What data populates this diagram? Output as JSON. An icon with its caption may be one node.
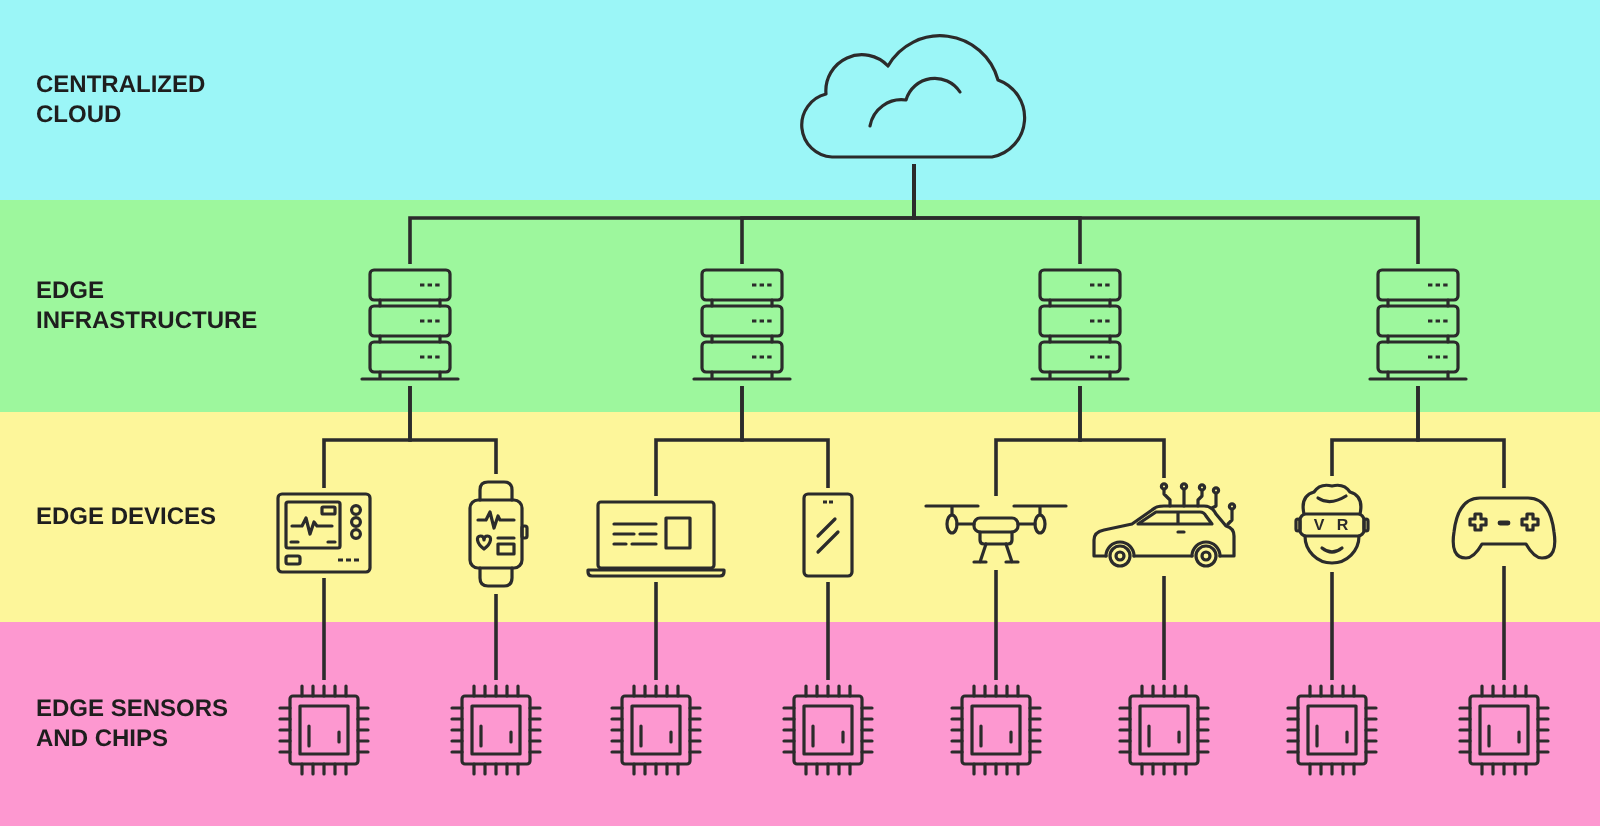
{
  "diagram": {
    "nodes": [
      {
        "text": [
          "CENTRALIZED CLOUD"
        ]
      },
      {
        "text": [],
        "shape": "cloud",
        "in": 0
      },
      {
        "text": [
          "EDGE INFRASTRUCTURE"
        ]
      },
      {
        "text": [],
        "shape": "picture",
        "in": 2
      },
      {
        "text": [],
        "shape": "picture",
        "in": 2
      },
      {
        "text": [],
        "shape": "picture",
        "in": 2
      },
      {
        "text": [],
        "shape": "picture",
        "in": 2
      },
      {
        "text": [
          "EDGE DEVICES"
        ]
      },
      {
        "text": [],
        "shape": "picture",
        "in": 7
      },
      {
        "text": [],
        "shape": "picture",
        "in": 7
      },
      {
        "text": [],
        "shape": "picture",
        "in": 7
      },
      {
        "text": [],
        "shape": "picture",
        "in": 7
      },
      {
        "text": [],
        "shape": "picture",
        "in": 7
      },
      {
        "text": [],
        "shape": "picture",
        "in": 7
      },
      {
        "text": [],
        "shape": "picture",
        "in": 7
      },
      {
        "text": [],
        "shape": "picture",
        "in": 7
      },
      {
        "text": [
          "EDGE SENSORS AND CHIPS"
        ]
      },
      {
        "text": [],
        "shape": "picture",
        "in": 16
      },
      {
        "text": [],
        "shape": "picture",
        "in": 16
      },
      {
        "text": [],
        "shape": "picture",
        "in": 16
      },
      {
        "text": [],
        "shape": "picture",
        "in": 16
      },
      {
        "text": [],
        "shape": "picture",
        "in": 16
      },
      {
        "text": [],
        "shape": "picture",
        "in": 16
      },
      {
        "text": [],
        "shape": "picture",
        "in": 16
      },
      {
        "text": [],
        "shape": "picture",
        "in": 16
      }
    ],
    "edges": [
      {
        "from": 1,
        "to": 3,
        "arrow": "none"
      },
      {
        "from": 1,
        "to": 4,
        "arrow": "none"
      },
      {
        "from": 1,
        "to": 5,
        "arrow": "none"
      },
      {
        "from": 1,
        "to": 6,
        "arrow": "none"
      },
      {
        "from": 3,
        "to": 8,
        "arrow": "none"
      },
      {
        "from": 3,
        "to": 9,
        "arrow": "none"
      },
      {
        "from": 4,
        "to": 10,
        "arrow": "none"
      },
      {
        "from": 4,
        "to": 11,
        "arrow": "none"
      },
      {
        "from": 5,
        "to": 12,
        "arrow": "none"
      },
      {
        "from": 5,
        "to": 13,
        "arrow": "none"
      },
      {
        "from": 6,
        "to": 14,
        "arrow": "none"
      },
      {
        "from": 6,
        "to": 15,
        "arrow": "none"
      },
      {
        "from": 8,
        "to": 17,
        "arrow": "none"
      },
      {
        "from": 9,
        "to": 18,
        "arrow": "none"
      },
      {
        "from": 10,
        "to": 19,
        "arrow": "none"
      },
      {
        "from": 11,
        "to": 20,
        "arrow": "none"
      },
      {
        "from": 12,
        "to": 21,
        "arrow": "none"
      },
      {
        "from": 13,
        "to": 22,
        "arrow": "none"
      },
      {
        "from": 14,
        "to": 23,
        "arrow": "none"
      },
      {
        "from": 15,
        "to": 24,
        "arrow": "none"
      }
    ],
    "labels": [
      "V R"
    ]
  }
}
